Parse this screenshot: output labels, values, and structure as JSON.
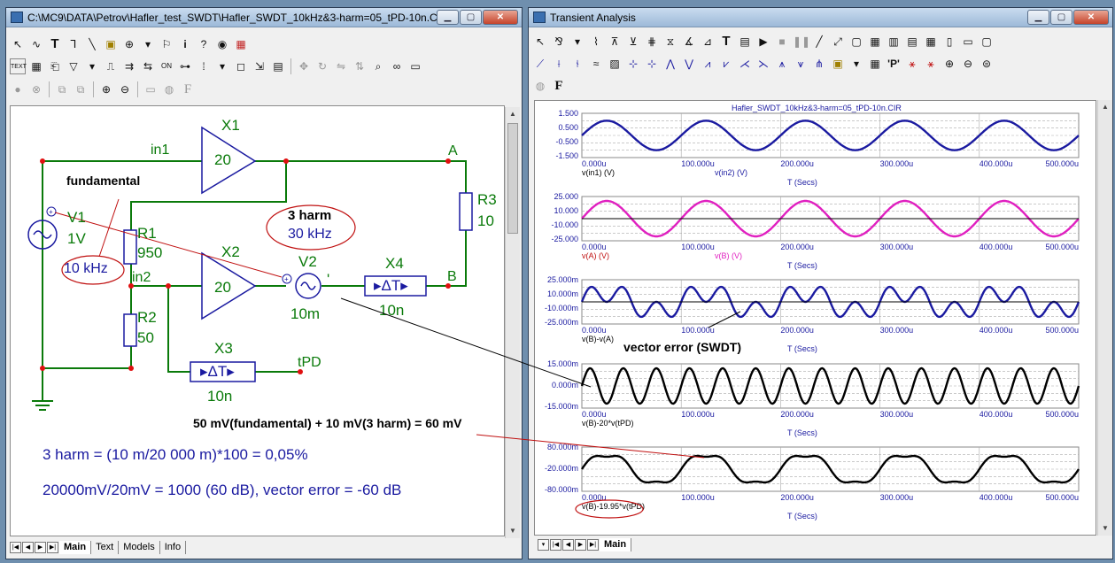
{
  "schematic_window": {
    "title": "C:\\MC9\\DATA\\Petrov\\Hafler_test_SWDT\\Hafler_SWDT_10kHz&3-harm=05_tPD-10n.C...",
    "toolbar_rows": [
      [
        "pointer",
        "wire",
        "text",
        "line",
        "diagonal",
        "component",
        "cursor",
        "dropdown",
        "flag",
        "info",
        "help",
        "web",
        "pdf"
      ],
      [
        "text-mode",
        "grid",
        "attrib",
        "node",
        "pin",
        "dropdown",
        "bus",
        "swap",
        "on",
        "value",
        "select",
        "dropdown",
        "box",
        "cursor",
        "properties",
        "align",
        "rotate",
        "flip",
        "mirror",
        "find",
        "binoculars",
        "view"
      ],
      [
        "stop",
        "close",
        "copy",
        "paste",
        "zoom-in",
        "zoom-out",
        "folder",
        "globe",
        "font"
      ]
    ],
    "labels": {
      "x1": "X1",
      "x1_gain": "20",
      "x2": "X2",
      "x2_gain": "20",
      "x3": "X3",
      "x3_delay": "10n",
      "x4": "X4",
      "x4_delay": "10n",
      "in1": "in1",
      "in2": "in2",
      "node_a": "A",
      "node_b": "B",
      "tpd": "tPD",
      "v1": "V1",
      "v1_val": "1V",
      "v2": "V2",
      "v2_val": "10m",
      "r1": "R1",
      "r1_val": "950",
      "r2": "R2",
      "r2_val": "50",
      "r3": "R3",
      "r3_val": "10",
      "fundamental": "fundamental",
      "freq_10k": "10 kHz",
      "harm_title": "3 harm",
      "harm_freq": "30 kHz",
      "delay_sym": "▸ΔT▸",
      "v2_mark": "'"
    },
    "notes": {
      "sum": "50 mV(fundamental) + 10 mV(3 harm) = 60 mV",
      "harm_eq": "3 harm = (10 m/20 000 m)*100 = 0,05%",
      "db_eq": "20000mV/20mV = 1000 (60 dB), vector error = -60 dB"
    },
    "tabs": [
      "Main",
      "Text",
      "Models",
      "Info"
    ],
    "active_tab": "Main"
  },
  "analysis_window": {
    "title": "Transient Analysis",
    "plot_title": "Hafler_SWDT_10kHz&3-harm=05_tPD-10n.CIR",
    "tabs": [
      "Main"
    ],
    "active_tab": "Main",
    "annotation": "vector error (SWDT)",
    "x_ticks": [
      "0.000u",
      "100.000u",
      "200.000u",
      "300.000u",
      "400.000u",
      "500.000u"
    ],
    "x_label": "T (Secs)",
    "colors": {
      "blue": "#1a1aa0",
      "magenta": "#e020c0",
      "black": "#000000",
      "red": "#c01010",
      "green": "#0a7a0a"
    }
  },
  "chart_data": [
    {
      "type": "line",
      "y_ticks": [
        "1.500",
        "0.500",
        "-0.500",
        "-1.500"
      ],
      "ylim": [
        -1.5,
        1.5
      ],
      "xlim": [
        0,
        500
      ],
      "legend": [
        {
          "text": "v(in1) (V)",
          "color": "#000000"
        },
        {
          "text": "v(in2) (V)",
          "color": "#1a1aa0"
        }
      ],
      "series": [
        {
          "name": "v(in1)",
          "color": "#1a1aa0",
          "amplitude": 1.0,
          "freq_khz": 10
        }
      ]
    },
    {
      "type": "line",
      "y_ticks": [
        "25.000",
        "10.000",
        "-10.000",
        "-25.000"
      ],
      "ylim": [
        -25,
        25
      ],
      "xlim": [
        0,
        500
      ],
      "legend": [
        {
          "text": "v(A) (V)",
          "color": "#c01010"
        },
        {
          "text": "v(B) (V)",
          "color": "#e020c0"
        }
      ],
      "series": [
        {
          "name": "v(A)",
          "color": "#e020c0",
          "amplitude": 20,
          "freq_khz": 10
        }
      ]
    },
    {
      "type": "line",
      "y_ticks": [
        "25.000m",
        "10.000m",
        "-10.000m",
        "-25.000m"
      ],
      "ylim": [
        -25,
        25
      ],
      "xlim": [
        0,
        500
      ],
      "legend": [
        {
          "text": "v(B)-v(A)",
          "color": "#000000"
        }
      ],
      "series": [
        {
          "name": "v(B)-v(A)",
          "color": "#1a1aa0",
          "amplitude": 11,
          "freq_khz": 10,
          "harm_amp": 11,
          "harm_freq_khz": 30
        }
      ]
    },
    {
      "type": "line",
      "y_ticks": [
        "15.000m",
        "0.000m",
        "-15.000m"
      ],
      "ylim": [
        -15,
        15
      ],
      "xlim": [
        0,
        500
      ],
      "legend": [
        {
          "text": "v(B)-20*v(tPD)",
          "color": "#000000"
        }
      ],
      "series": [
        {
          "name": "v(B)-20*v(tPD)",
          "color": "#000000",
          "amplitude": 12,
          "freq_khz": 30
        }
      ]
    },
    {
      "type": "line",
      "y_ticks": [
        "80.000m",
        "-20.000m",
        "-80.000m"
      ],
      "ylim": [
        -80,
        80
      ],
      "xlim": [
        0,
        500
      ],
      "legend": [
        {
          "text": "v(B)-19.95*v(tPD)",
          "color": "#000000"
        }
      ],
      "series": [
        {
          "name": "v(B)-19.95*v(tPD)",
          "color": "#000000",
          "amplitude": 55,
          "freq_khz": 10,
          "harm_amp": 10,
          "harm_freq_khz": 30
        }
      ]
    }
  ]
}
